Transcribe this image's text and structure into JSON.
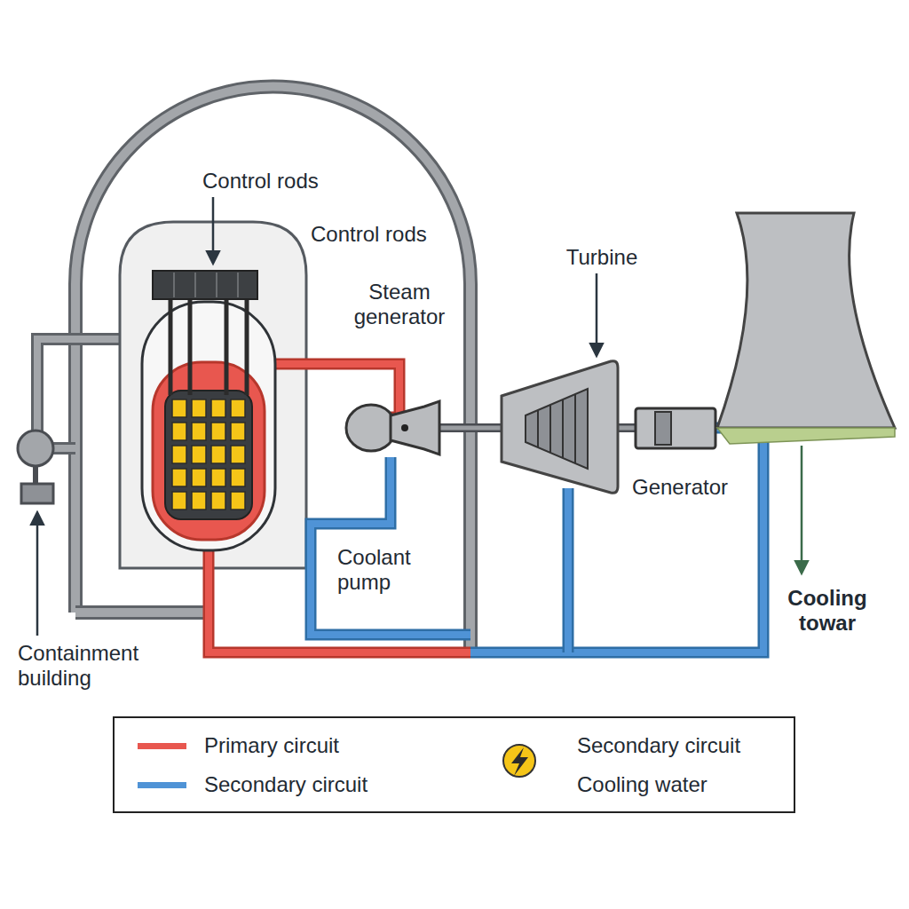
{
  "diagram": {
    "labels": [
      "Control rods",
      "Control rods",
      "Steam generator",
      "Turbine",
      "Generator",
      "Coolant pump",
      "Cooling towar",
      "Containment building"
    ],
    "legend": [
      {
        "text": "Primary circuit",
        "color": "#e8574f"
      },
      {
        "text": "Secondary circuit",
        "color": "#4f93d6"
      },
      {
        "text": "Secondary circuit Cooling water"
      }
    ]
  }
}
